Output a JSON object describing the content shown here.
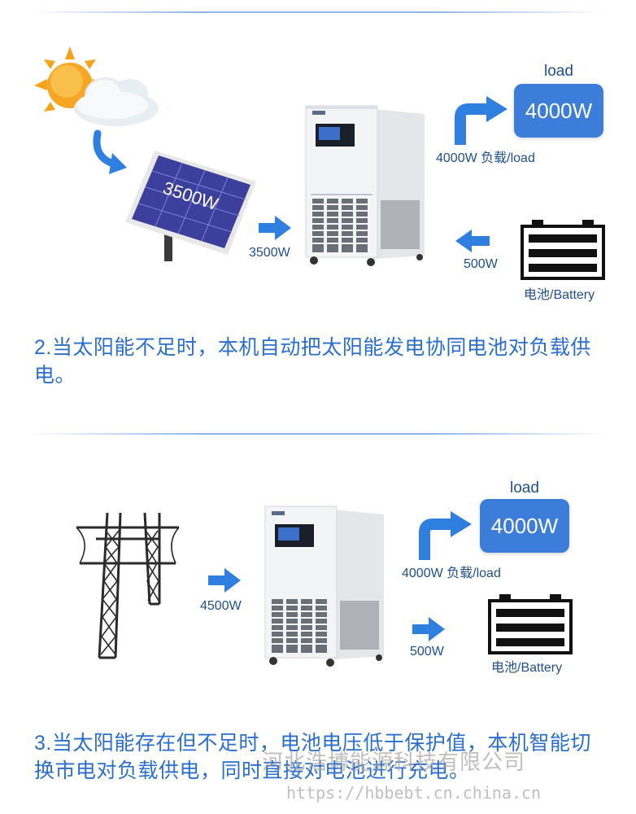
{
  "section1": {
    "load_title": "load",
    "load_value": "4000W",
    "load_label": "4000W 负载/load",
    "panel_text": "3500W",
    "panel_arrow_label": "3500W",
    "battery_arrow_label": "500W",
    "battery_label": "电池/Battery",
    "caption": "2.当太阳能不足时，本机自动把太阳能发电协同电池对负载供电。"
  },
  "section2": {
    "load_title": "load",
    "load_value": "4000W",
    "load_label": "4000W 负载/load",
    "grid_arrow_label": "4500W",
    "battery_arrow_label": "500W",
    "battery_label": "电池/Battery",
    "caption": "3.当太阳能存在但不足时，电池电压低于保护值，本机智能切换市电对负载供电，同时直接对电池进行充电。"
  },
  "watermark": {
    "company": "河北浩博能源科技有限公司",
    "url": "https://hbbebt.cn.china.cn"
  },
  "colors": {
    "accent_blue": "#3b7dd8",
    "caption_blue": "#2a6fd0",
    "arrow_blue": "#2f7fe0",
    "battery_black": "#111111"
  }
}
